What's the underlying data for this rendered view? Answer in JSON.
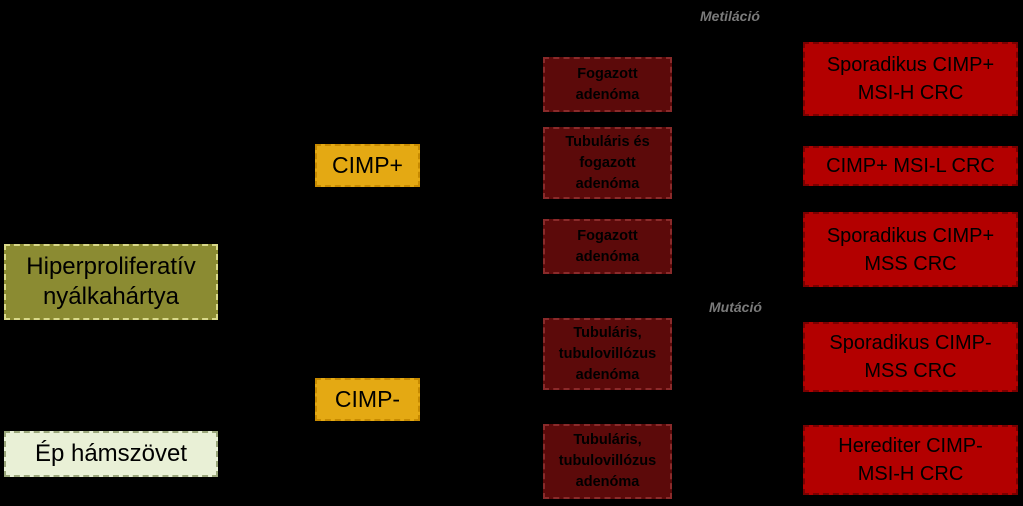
{
  "labels": {
    "metilacio": "Metiláció",
    "mutacio": "Mutáció"
  },
  "origin": {
    "hyper": "Hiperproliferatív\nnyálkahártya",
    "ep": "Ép hámszövet"
  },
  "cimp": {
    "plus": "CIMP+",
    "minus": "CIMP-"
  },
  "adenomas": [
    "Fogazott\nadenóma",
    "Tubuláris és\nfogazott\nadenóma",
    "Fogazott\nadenóma",
    "Tubuláris,\ntubulovillózus\nadenóma",
    "Tubuláris,\ntubulovillózus\nadenóma"
  ],
  "outcomes": [
    "Sporadikus CIMP+\nMSI-H CRC",
    "CIMP+ MSI-L CRC",
    "Sporadikus CIMP+\nMSS CRC",
    "Sporadikus CIMP-\nMSS CRC",
    "Herediter CIMP-\nMSI-H CRC"
  ],
  "colors": {
    "background": "#000000",
    "hyper": "#8b8b32",
    "ep": "#e9f0d6",
    "cimp": "#e4a913",
    "adenoma": "#5c0a0a",
    "crc": "#b30000"
  }
}
